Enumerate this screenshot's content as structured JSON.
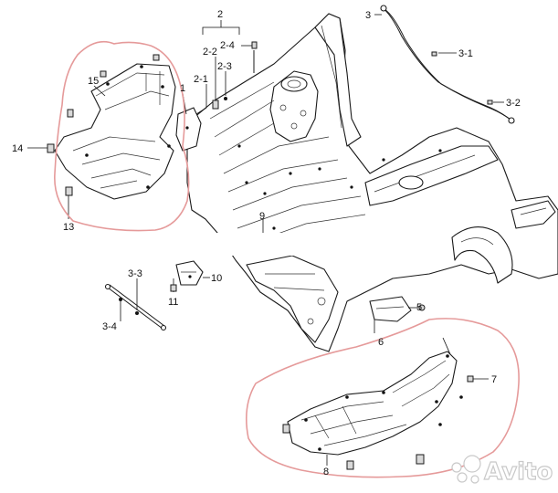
{
  "callouts": {
    "c1": "1",
    "c2": "2",
    "c2_1": "2-1",
    "c2_2": "2-2",
    "c2_3": "2-3",
    "c2_4": "2-4",
    "c3": "3",
    "c3_1": "3-1",
    "c3_2": "3-2",
    "c3_3": "3-3",
    "c3_4": "3-4",
    "c5": "5",
    "c6": "6",
    "c7": "7",
    "c8": "8",
    "c9": "9",
    "c10": "10",
    "c11": "11",
    "c13": "13",
    "c14": "14",
    "c15": "15"
  },
  "watermark": {
    "text": "Avito",
    "icon": "avito-dots-icon"
  },
  "colors": {
    "highlight_outline": "#e59a9a",
    "line_art": "#1a1a1a"
  }
}
